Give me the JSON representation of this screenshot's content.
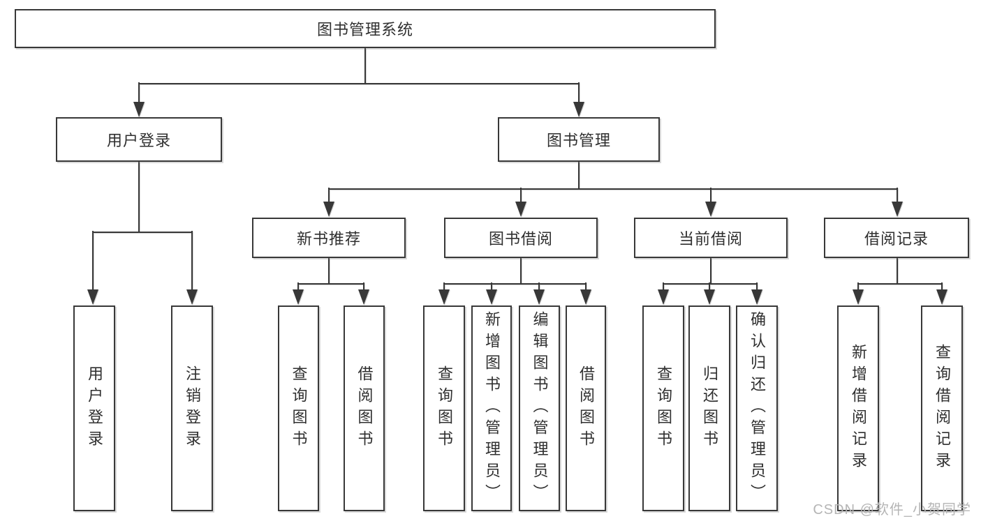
{
  "tree": {
    "label": "图书管理系统",
    "children": [
      {
        "label": "用户登录",
        "children": [
          {
            "label": "用户登录"
          },
          {
            "label": "注销登录"
          }
        ]
      },
      {
        "label": "图书管理",
        "children": [
          {
            "label": "新书推荐",
            "children": [
              {
                "label": "查询图书"
              },
              {
                "label": "借阅图书"
              }
            ]
          },
          {
            "label": "图书借阅",
            "children": [
              {
                "label": "查询图书"
              },
              {
                "label": "新增图书（管理员）"
              },
              {
                "label": "编辑图书（管理员）"
              },
              {
                "label": "借阅图书"
              }
            ]
          },
          {
            "label": "当前借阅",
            "children": [
              {
                "label": "查询图书"
              },
              {
                "label": "归还图书"
              },
              {
                "label": "确认归还（管理员）"
              }
            ]
          },
          {
            "label": "借阅记录",
            "children": [
              {
                "label": "新增借阅记录"
              },
              {
                "label": "查询借阅记录"
              }
            ]
          }
        ]
      }
    ]
  },
  "watermark": "CSDN @软件_小贺同学",
  "colors": {
    "line": "#383838",
    "text": "#2f2f2f",
    "box_background": "#ffffff",
    "watermark": "#b5b5b5",
    "page_background": "#ffffff"
  }
}
